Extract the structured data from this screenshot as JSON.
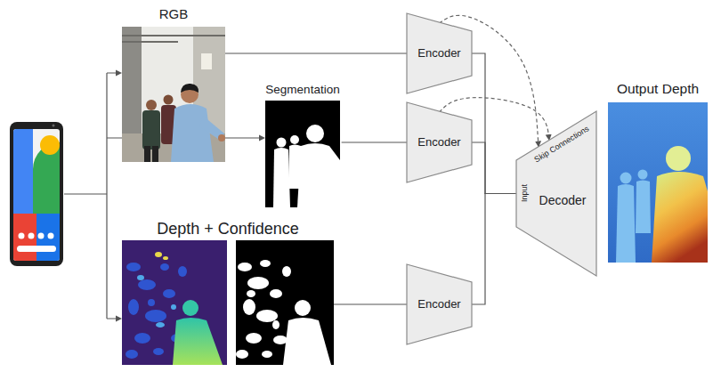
{
  "diagram": {
    "nodes": [
      {
        "text": [
          "RGB"
        ]
      },
      {
        "text": [
          "Segmentation"
        ]
      },
      {
        "text": [
          "Depth + Confidence"
        ]
      },
      {
        "text": [
          "Encoder"
        ]
      },
      {
        "text": [
          "Encoder"
        ]
      },
      {
        "text": [
          "Encoder"
        ]
      },
      {
        "text": [
          "Skip Connections",
          "Input",
          "Decoder"
        ]
      },
      {
        "text": [
          "Output Depth"
        ]
      }
    ],
    "edges": [
      {
        "from": 0,
        "to": 3,
        "arrow": "none"
      },
      {
        "from": 1,
        "to": 4,
        "arrow": "none"
      },
      {
        "from": 2,
        "to": 5,
        "arrow": "none"
      },
      {
        "from": 3,
        "to": 6,
        "arrow": "none"
      },
      {
        "from": 4,
        "to": 6,
        "arrow": "none"
      },
      {
        "from": 5,
        "to": 6,
        "arrow": "none"
      },
      {
        "from": 3,
        "to": 6,
        "arrow": "to"
      },
      {
        "from": 4,
        "to": 6,
        "arrow": "to"
      }
    ]
  }
}
